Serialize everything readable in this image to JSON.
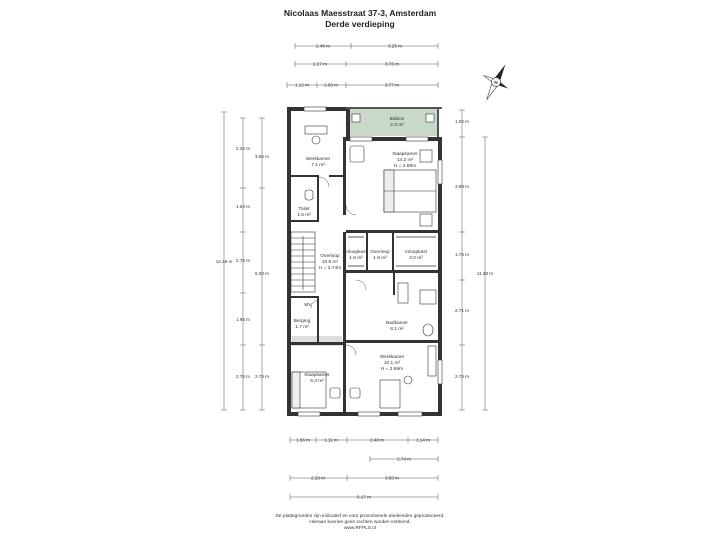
{
  "header": {
    "title_line1": "Nicolaas Maesstraat 37-3, Amsterdam",
    "title_line2": "Derde verdieping"
  },
  "footer": {
    "line1": "De plattegronden zijn indicatief en voor promotionele doeleinden geproduceerd.",
    "line2": "Hieraan kunnen geen rechten worden ontleend.",
    "line3": "www.RFPLS.nl"
  },
  "compass": {
    "letter": "N"
  },
  "dimensions": {
    "top_row1": [
      "2.48 m",
      "3.25 m"
    ],
    "top_row2": [
      "2.27 m",
      "3.76 m"
    ],
    "top_row3": [
      "1.12 m",
      "1.03 m",
      "3.77 m"
    ],
    "left_inner": [
      "2.25 m",
      "1.64 m",
      "2.79 m",
      "1.95 m",
      "2.76 m"
    ],
    "left_mid": [
      "3.56 m",
      "6.00 m",
      "2.76 m"
    ],
    "left_outer": "12.48 m",
    "right_inner": [
      "1.02 m",
      "3.89 m",
      "1.75 m",
      "2.71 m",
      "2.76 m"
    ],
    "right_outer": "11.38 m",
    "bottom_row1": [
      "1.06 m",
      "1.11 m",
      "2.48 m",
      "1.14 m"
    ],
    "bottom_row2": "2.74 m",
    "bottom_row3": [
      "2.29 m",
      "3.50 m"
    ],
    "bottom_row4": "6.17 m"
  },
  "rooms": [
    {
      "name": "Werkkamer",
      "area": "7.1 m²"
    },
    {
      "name": "Balkon",
      "area": "2.3 m²"
    },
    {
      "name": "Slaapkamer",
      "area": "14.2 m²",
      "height": "H = 2.89m"
    },
    {
      "name": "Toilet",
      "area": "1.5 m²"
    },
    {
      "name": "Overloop",
      "area": "10.8 m²",
      "height": "H = 2.74m"
    },
    {
      "name": "Inloopkast",
      "area": "1.6 m²"
    },
    {
      "name": "Overloop",
      "area": "1.8 m²"
    },
    {
      "name": "Inloopkast",
      "area": "3.0 m²"
    },
    {
      "name": "Berging",
      "area": "1.7 m²"
    },
    {
      "name": "Badkamer",
      "area": "8.1 m²"
    },
    {
      "name": "Werkkamer",
      "area": "10.1 m²",
      "height": "H = 2.69m"
    },
    {
      "name": "Slaapkamer",
      "area": "6.3 m²"
    },
    {
      "name": "MV",
      "area": ""
    }
  ]
}
